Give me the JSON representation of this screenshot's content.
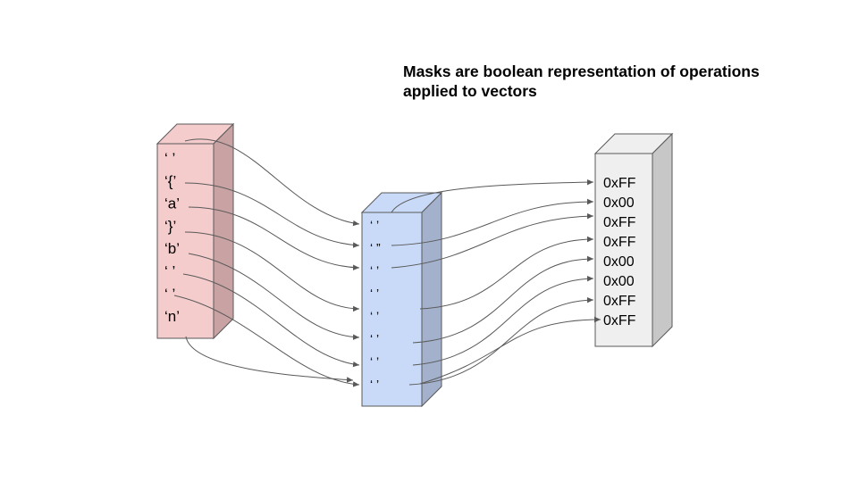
{
  "title": "Masks are boolean representation of operations applied to vectors",
  "colors": {
    "left_front": "#f4cccc",
    "left_side": "#c9a3a3",
    "middle_front": "#c9daf8",
    "middle_side": "#a3b1cc",
    "right_front": "#efefef",
    "right_side": "#c7c7c7",
    "stroke": "#595959"
  },
  "input_vector": {
    "items": [
      "‘ ’",
      "‘{’",
      "‘a’",
      "‘}’",
      "‘b’",
      "‘ ’",
      "‘ ’",
      "‘n’"
    ]
  },
  "middle_vector": {
    "items": [
      "‘ ’",
      "‘ ”",
      "‘ ’",
      "‘ ’",
      "‘ ’",
      "‘ ’",
      "‘ ’",
      "‘ ’"
    ]
  },
  "mask_vector": {
    "items": [
      "0xFF",
      "0x00",
      "0xFF",
      "0xFF",
      "0x00",
      "0x00",
      "0xFF",
      "0xFF"
    ]
  }
}
